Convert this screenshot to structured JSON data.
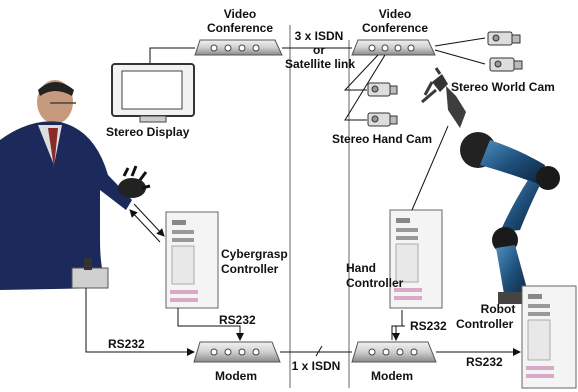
{
  "labels": {
    "video_conf_left_1": "Video",
    "video_conf_left_2": "Conference",
    "video_conf_right_1": "Video",
    "video_conf_right_2": "Conference",
    "isdn_3x": "3 x ISDN",
    "or": "or",
    "satellite": "Satellite link",
    "stereo_display": "Stereo Display",
    "stereo_world_cam": "Stereo World Cam",
    "stereo_hand_cam": "Stereo Hand Cam",
    "cybergrasp_1": "Cybergrasp",
    "cybergrasp_2": "Controller",
    "hand_ctrl_1": "Hand",
    "hand_ctrl_2": "Controller",
    "robot_ctrl_1": "Robot",
    "robot_ctrl_2": "Controller",
    "rs232_left_mid": "RS232",
    "rs232_left_bottom": "RS232",
    "rs232_right_mid": "RS232",
    "rs232_right_bottom": "RS232",
    "isdn_1x": "1 x ISDN",
    "modem_left": "Modem",
    "modem_right": "Modem"
  },
  "colors": {
    "line": "#111111",
    "device_fill": "#d8d8d8",
    "device_edge": "#555555",
    "suit": "#1b2a5a",
    "robot_blue": "#1e4f7a",
    "robot_dark": "#1a1a1a",
    "pc_stripe": "#d9a9c8"
  }
}
